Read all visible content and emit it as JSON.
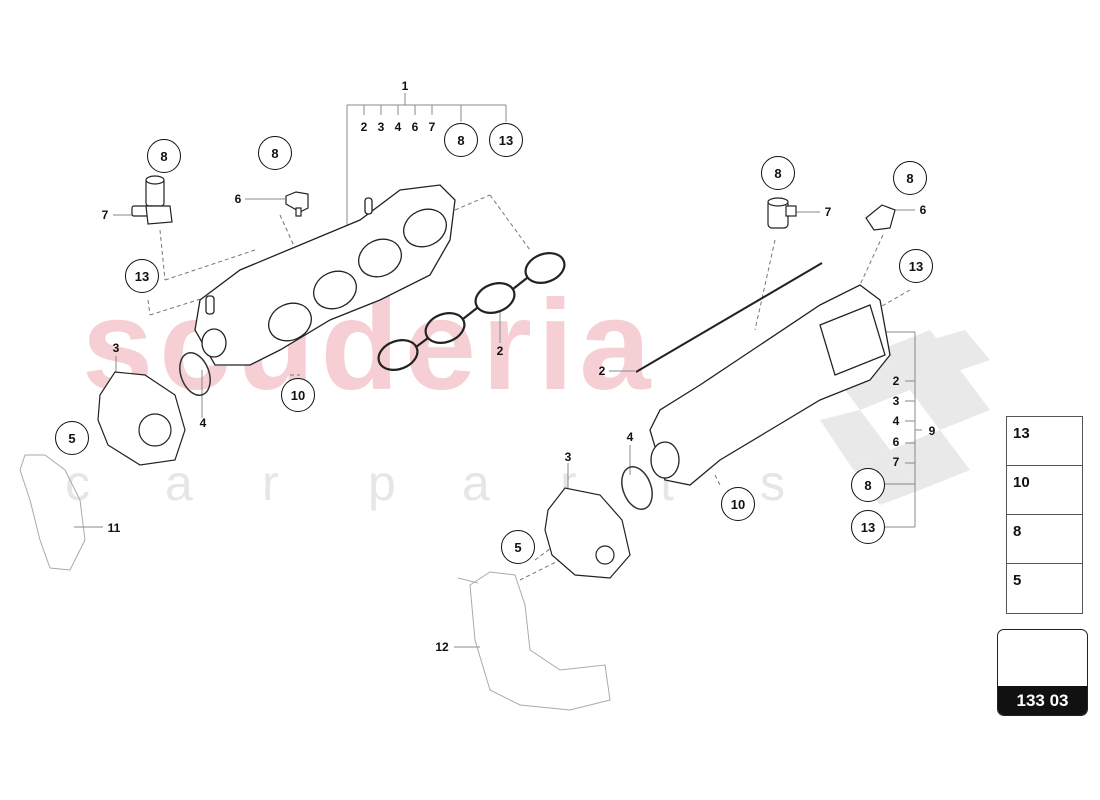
{
  "watermark": {
    "brand": "scuderia",
    "tagline_letters": [
      "c",
      "a",
      "r",
      "p",
      "a",
      "r",
      "t",
      "s"
    ],
    "brand_color": "#f4c7cc",
    "tagline_color": "#e6e6e6"
  },
  "diagram": {
    "page_code": "133 03",
    "group_header": {
      "label": "1",
      "items": [
        "2",
        "3",
        "4",
        "6",
        "7"
      ],
      "circled": [
        "8",
        "13"
      ]
    },
    "right_group": {
      "label": "9",
      "items": [
        "2",
        "3",
        "4",
        "6",
        "7"
      ],
      "circled": [
        "8",
        "13"
      ]
    },
    "left_assembly": {
      "sensor_a": {
        "label": "7",
        "circle": "8"
      },
      "sensor_b": {
        "label": "6",
        "circle": "8"
      },
      "clip_circle": "13",
      "gasket_label": "2",
      "ring_label": "4",
      "throttle_label": "3",
      "throttle_circle": "5",
      "bolt_circle": "10",
      "hose_label": "11"
    },
    "right_assembly": {
      "sensor_a": {
        "label": "7",
        "circle": "8"
      },
      "sensor_b": {
        "label": "6",
        "circle": "8"
      },
      "clip_circle": "13",
      "gasket_label": "2",
      "ring_label": "4",
      "throttle_label": "3",
      "throttle_circle": "5",
      "bolt_circle": "10",
      "hose_label": "12"
    },
    "legend": [
      {
        "num": "13",
        "icon": "clip-icon"
      },
      {
        "num": "10",
        "icon": "long-bolt-icon"
      },
      {
        "num": "8",
        "icon": "torx-screw-icon"
      },
      {
        "num": "5",
        "icon": "screw-icon"
      }
    ]
  }
}
